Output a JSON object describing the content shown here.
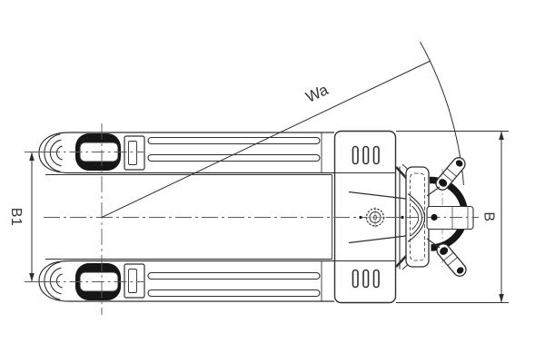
{
  "diagram": {
    "description": "Top view technical line drawing of an electric pallet truck showing turning radius and width dimensions",
    "labels": {
      "turning_radius": "Wa",
      "overall_width": "B",
      "fork_outer_distance": "B1"
    },
    "colors": {
      "background": "#ffffff",
      "line": "#2f2f2f",
      "centerline": "#5a5a5a",
      "dark_fill": "#161616"
    }
  }
}
